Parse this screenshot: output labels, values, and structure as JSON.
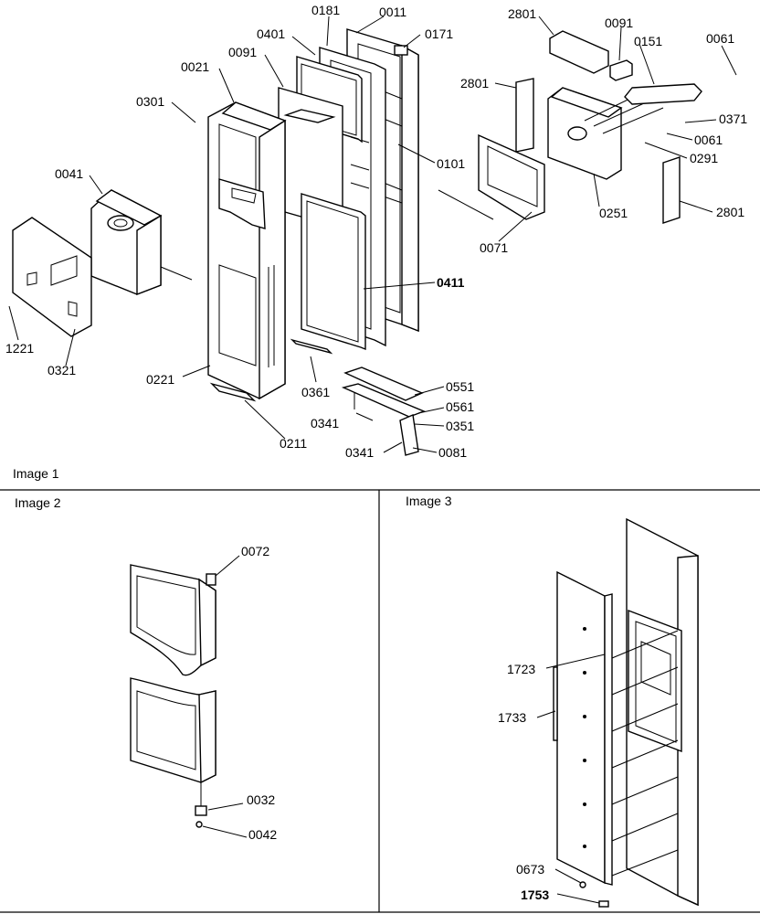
{
  "panels": {
    "image1": "Image 1",
    "image2": "Image 2",
    "image3": "Image 3"
  },
  "image1_labels": {
    "p0181": "0181",
    "p0011": "0011",
    "p0401": "0401",
    "p0171": "0171",
    "p0021": "0021",
    "p0091a": "0091",
    "p0301": "0301",
    "p0041": "0041",
    "p0101": "0101",
    "p0411": "0411",
    "p0361": "0361",
    "p0221": "0221",
    "p1221": "1221",
    "p0321": "0321",
    "p0211": "0211",
    "p0551": "0551",
    "p0561": "0561",
    "p0341a": "0341",
    "p0351": "0351",
    "p0341b": "0341",
    "p0081": "0081",
    "p2801a": "2801",
    "p0091b": "0091",
    "p0151": "0151",
    "p0061a": "0061",
    "p2801b": "2801",
    "p0371": "0371",
    "p0061b": "0061",
    "p0291": "0291",
    "p0251": "0251",
    "p2801c": "2801",
    "p0071": "0071"
  },
  "image2_labels": {
    "p0072": "0072",
    "p0032": "0032",
    "p0042": "0042"
  },
  "image3_labels": {
    "p1723": "1723",
    "p1733": "1733",
    "p0673": "0673",
    "p1753": "1753"
  }
}
